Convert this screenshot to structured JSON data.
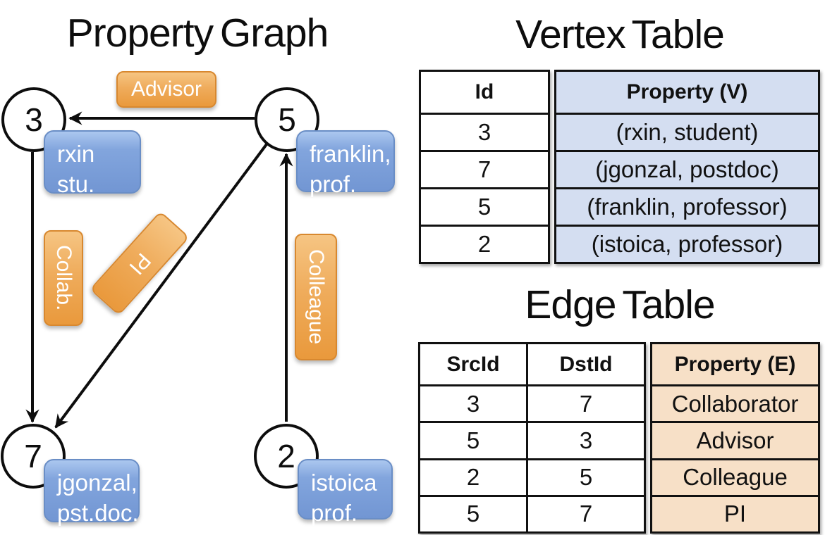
{
  "graph": {
    "title": "Property Graph",
    "nodes": [
      {
        "id": "3"
      },
      {
        "id": "5"
      },
      {
        "id": "7"
      },
      {
        "id": "2"
      }
    ],
    "vertex_boxes": [
      {
        "line1": "rxin",
        "line2": "stu."
      },
      {
        "line1": "franklin,",
        "line2": "prof."
      },
      {
        "line1": "jgonzal,",
        "line2": "pst.doc."
      },
      {
        "line1": "istoica",
        "line2": "prof."
      }
    ],
    "edge_labels": [
      {
        "text": "Advisor"
      },
      {
        "text": "Collab."
      },
      {
        "text": "PI"
      },
      {
        "text": "Colleague"
      }
    ]
  },
  "vertex_table": {
    "title": "Vertex Table",
    "headers": {
      "id": "Id",
      "property": "Property (V)"
    },
    "rows": [
      {
        "id": "3",
        "property": "(rxin, student)"
      },
      {
        "id": "7",
        "property": "(jgonzal, postdoc)"
      },
      {
        "id": "5",
        "property": "(franklin, professor)"
      },
      {
        "id": "2",
        "property": "(istoica, professor)"
      }
    ]
  },
  "edge_table": {
    "title": "Edge Table",
    "headers": {
      "src": "SrcId",
      "dst": "DstId",
      "property": "Property (E)"
    },
    "rows": [
      {
        "src": "3",
        "dst": "7",
        "property": "Collaborator"
      },
      {
        "src": "5",
        "dst": "3",
        "property": "Advisor"
      },
      {
        "src": "2",
        "dst": "5",
        "property": "Colleague"
      },
      {
        "src": "5",
        "dst": "7",
        "property": "PI"
      }
    ]
  },
  "colors": {
    "edge_label_fill": "#E9993C",
    "edge_cell_bg": "#F7E0C7",
    "vertex_box_fill": "#7296D3",
    "vertex_cell_bg": "#D4DEF1",
    "line_color": "#0d0d0d"
  }
}
